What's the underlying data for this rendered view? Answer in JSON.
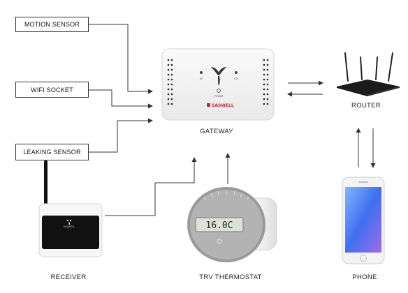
{
  "boxes": {
    "motion_sensor": "MOTION SENSOR",
    "wifi_socket": "WIFI SOCKET",
    "leaking_sensor": "LEAKING SENSOR"
  },
  "devices": {
    "gateway": "GATEWAY",
    "router": "ROUTER",
    "phone": "PHONE",
    "receiver": "RECEIVER",
    "trv_thermostat": "TRV THERMOSTAT"
  },
  "gateway_panel": {
    "brand": "SASWELL",
    "power_label": "POWER",
    "left_mini_label": "AP",
    "right_mini_label": "STA"
  },
  "receiver_panel": {
    "brand": "SASWELL"
  },
  "thermostat_panel": {
    "display_value": "16.0C"
  },
  "colors": {
    "line": "#333333",
    "device_white": "#f4f4f4",
    "panel_black": "#111111",
    "brand_red": "#c8282e"
  }
}
